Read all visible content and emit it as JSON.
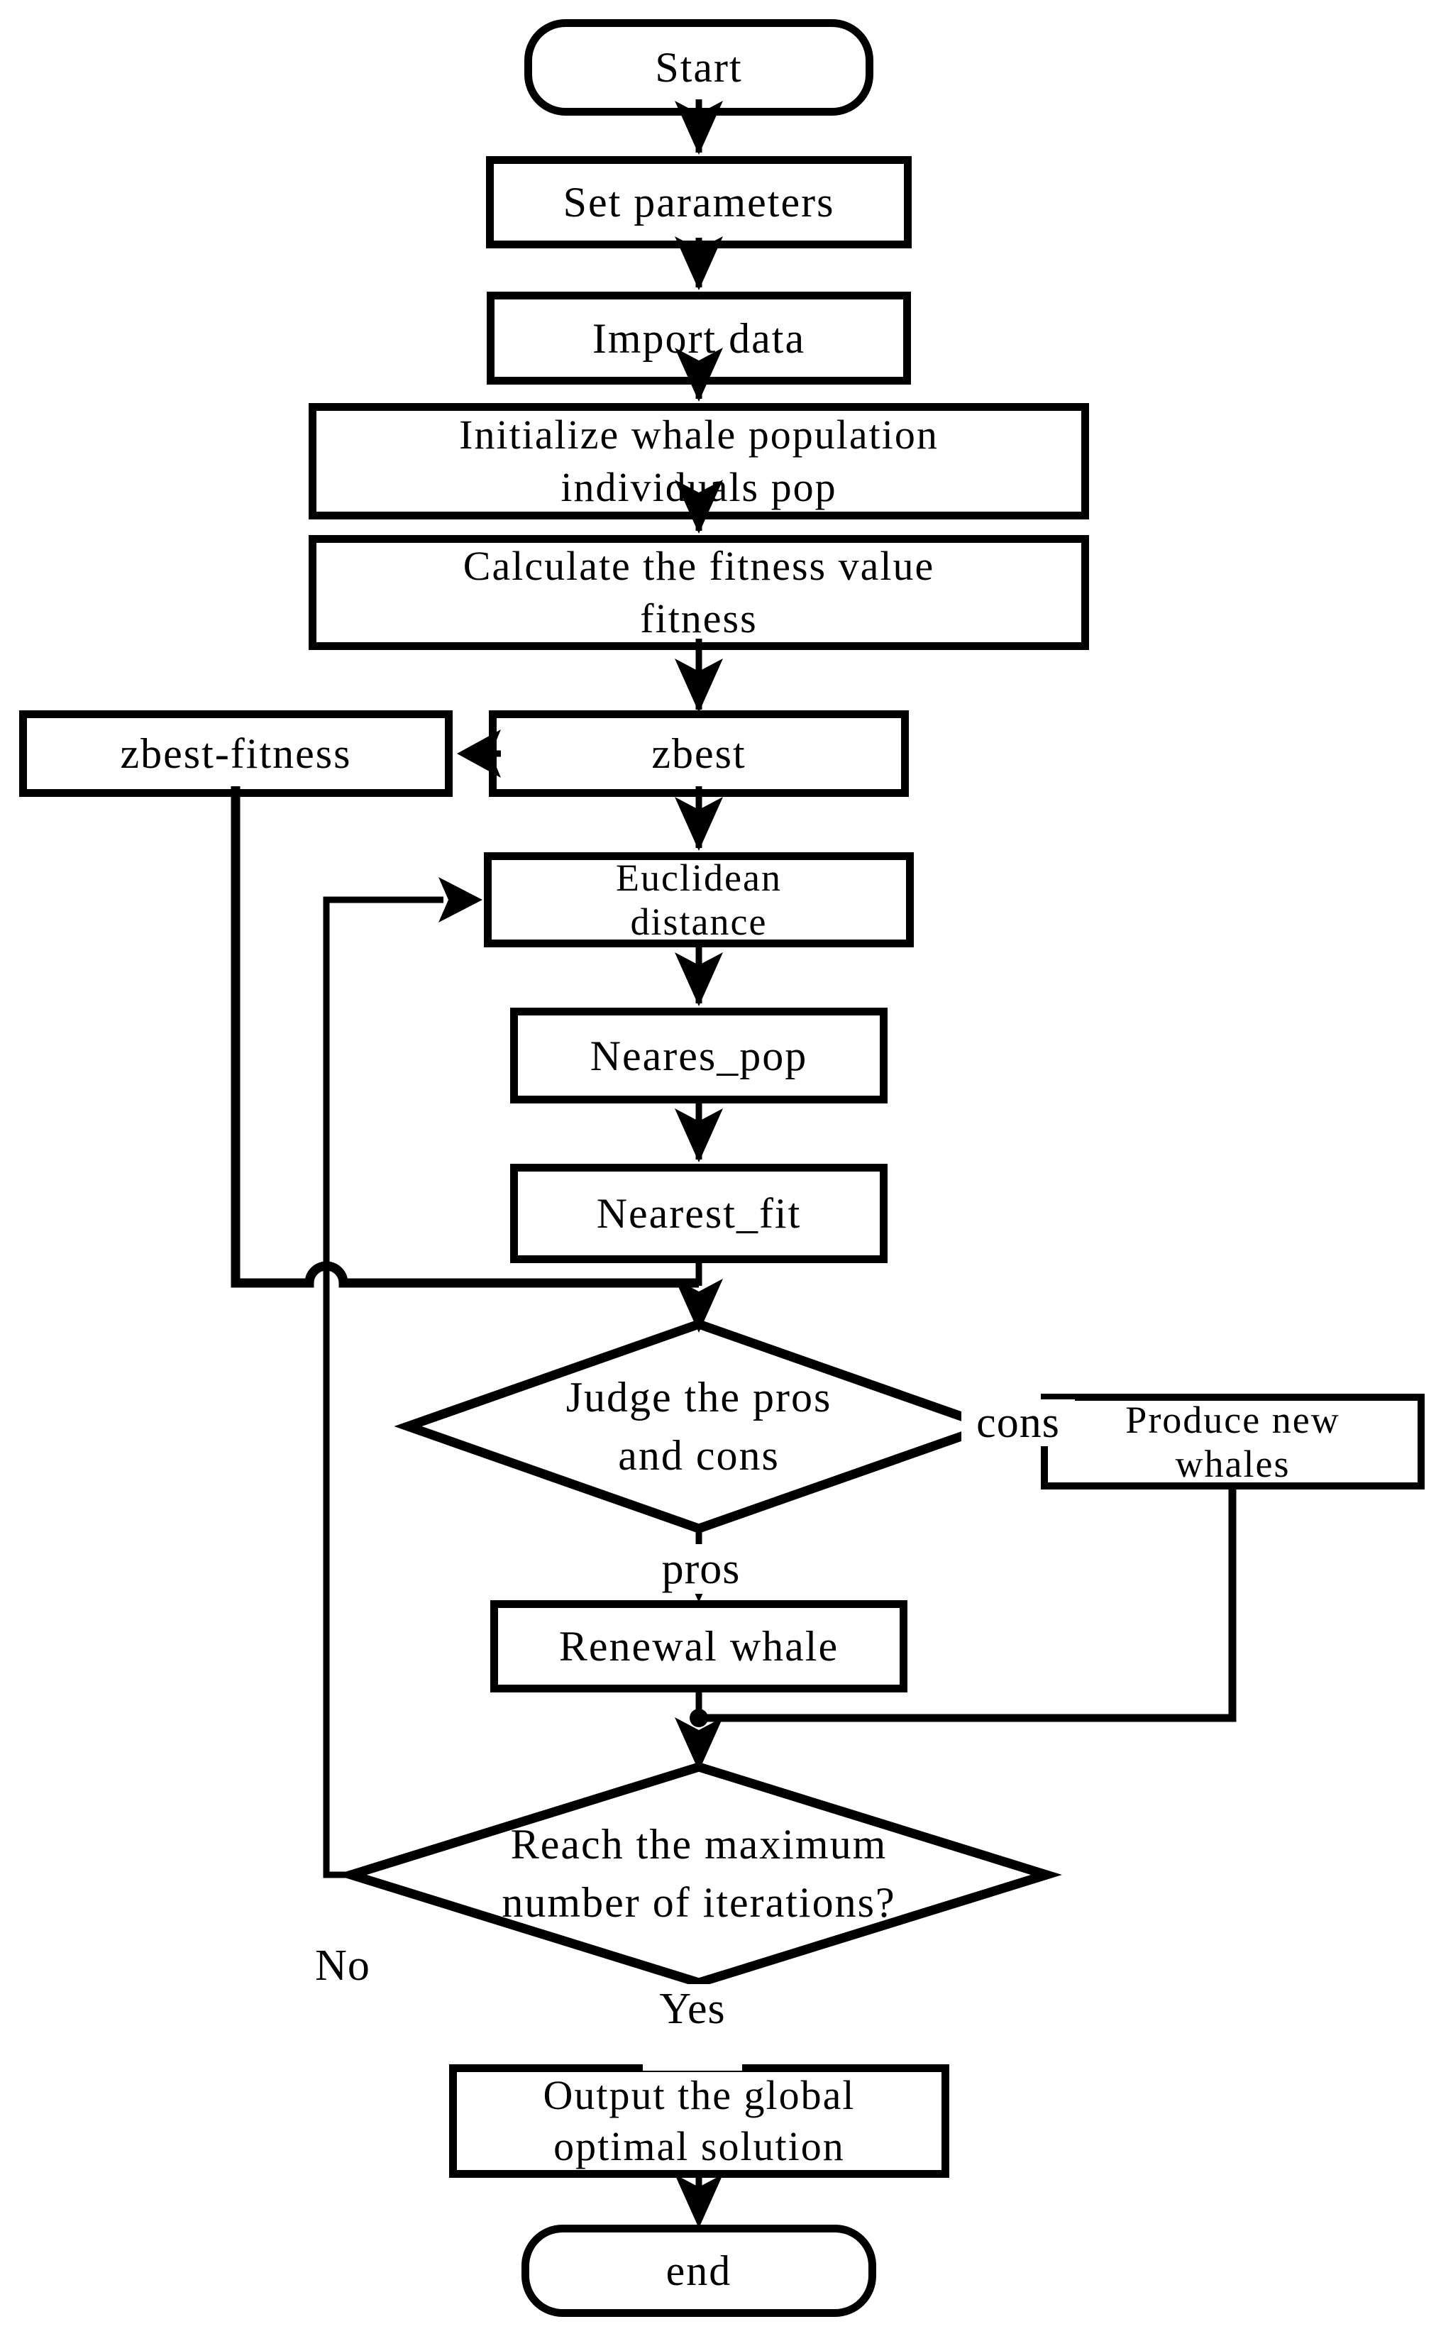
{
  "diagram": {
    "nodes": {
      "start": {
        "label": "Start"
      },
      "set_params": {
        "label": "Set parameters"
      },
      "import_data": {
        "label": "Import data"
      },
      "initialize": {
        "label": "Initialize whale population\nindividuals pop"
      },
      "calculate": {
        "label": "Calculate the fitness value\nfitness"
      },
      "zbest_fitness": {
        "label": "zbest-fitness"
      },
      "zbest": {
        "label": "zbest"
      },
      "euclidean": {
        "label": "Euclidean\ndistance"
      },
      "neares_pop": {
        "label": "Neares_pop"
      },
      "nearest_fit": {
        "label": "Nearest_fit"
      },
      "judge": {
        "label": "Judge the pros\nand cons"
      },
      "produce": {
        "label": "Produce new\nwhales"
      },
      "renewal": {
        "label": "Renewal whale"
      },
      "reach": {
        "label": "Reach the maximum\nnumber of iterations?"
      },
      "output": {
        "label": "Output the global\noptimal solution"
      },
      "end": {
        "label": "end"
      }
    },
    "edge_labels": {
      "cons": "cons",
      "pros": "pros",
      "no": "No",
      "yes": "Yes"
    },
    "colors": {
      "line": "#000000",
      "background": "#ffffff"
    }
  }
}
